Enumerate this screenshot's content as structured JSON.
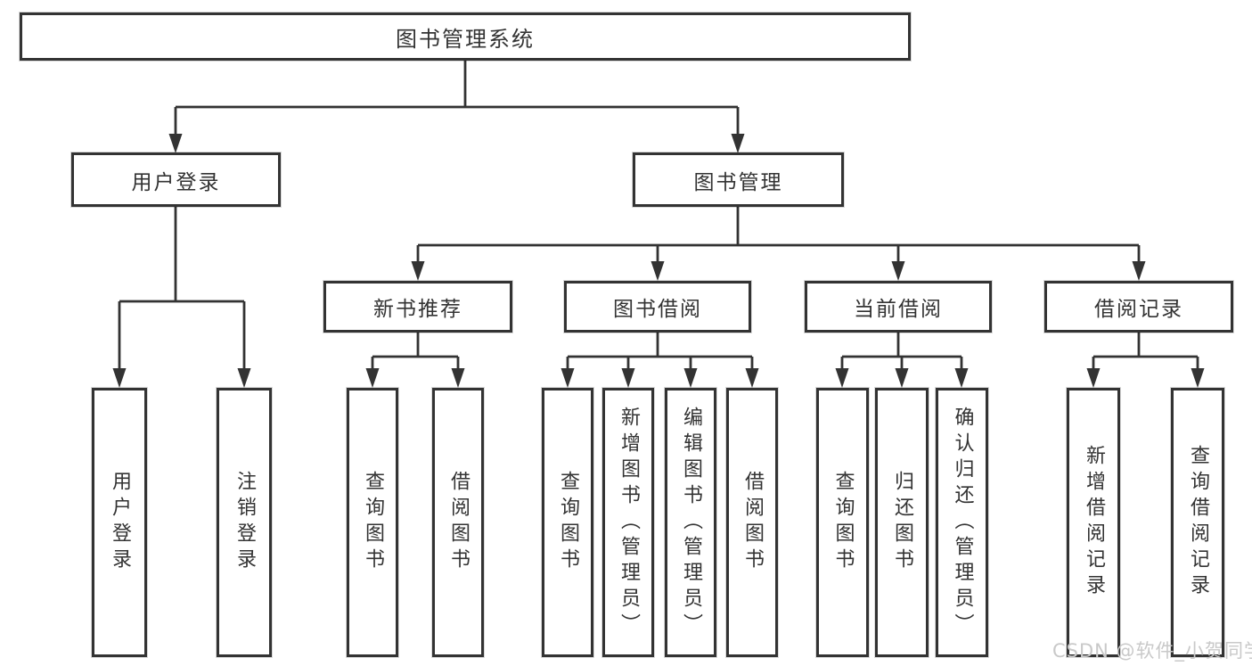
{
  "tree": {
    "label": "图书管理系统",
    "children": [
      {
        "label": "用户登录",
        "children": [
          {
            "label": "用户登录"
          },
          {
            "label": "注销登录"
          }
        ]
      },
      {
        "label": "图书管理",
        "children": [
          {
            "label": "新书推荐",
            "children": [
              {
                "label": "查询图书"
              },
              {
                "label": "借阅图书"
              }
            ]
          },
          {
            "label": "图书借阅",
            "children": [
              {
                "label": "查询图书"
              },
              {
                "label": "新增图书（管理员）"
              },
              {
                "label": "编辑图书（管理员）"
              },
              {
                "label": "借阅图书"
              }
            ]
          },
          {
            "label": "当前借阅",
            "children": [
              {
                "label": "查询图书"
              },
              {
                "label": "归还图书"
              },
              {
                "label": "确认归还（管理员）"
              }
            ]
          },
          {
            "label": "借阅记录",
            "children": [
              {
                "label": "新增借阅记录"
              },
              {
                "label": "查询借阅记录"
              }
            ]
          }
        ]
      }
    ]
  },
  "watermark": "CSDN @软件_小贺同学",
  "colors": {
    "line": "#333333",
    "text": "#333333",
    "box_background": "#ffffff",
    "watermark": "#c9c9c9",
    "background": "#ffffff"
  }
}
